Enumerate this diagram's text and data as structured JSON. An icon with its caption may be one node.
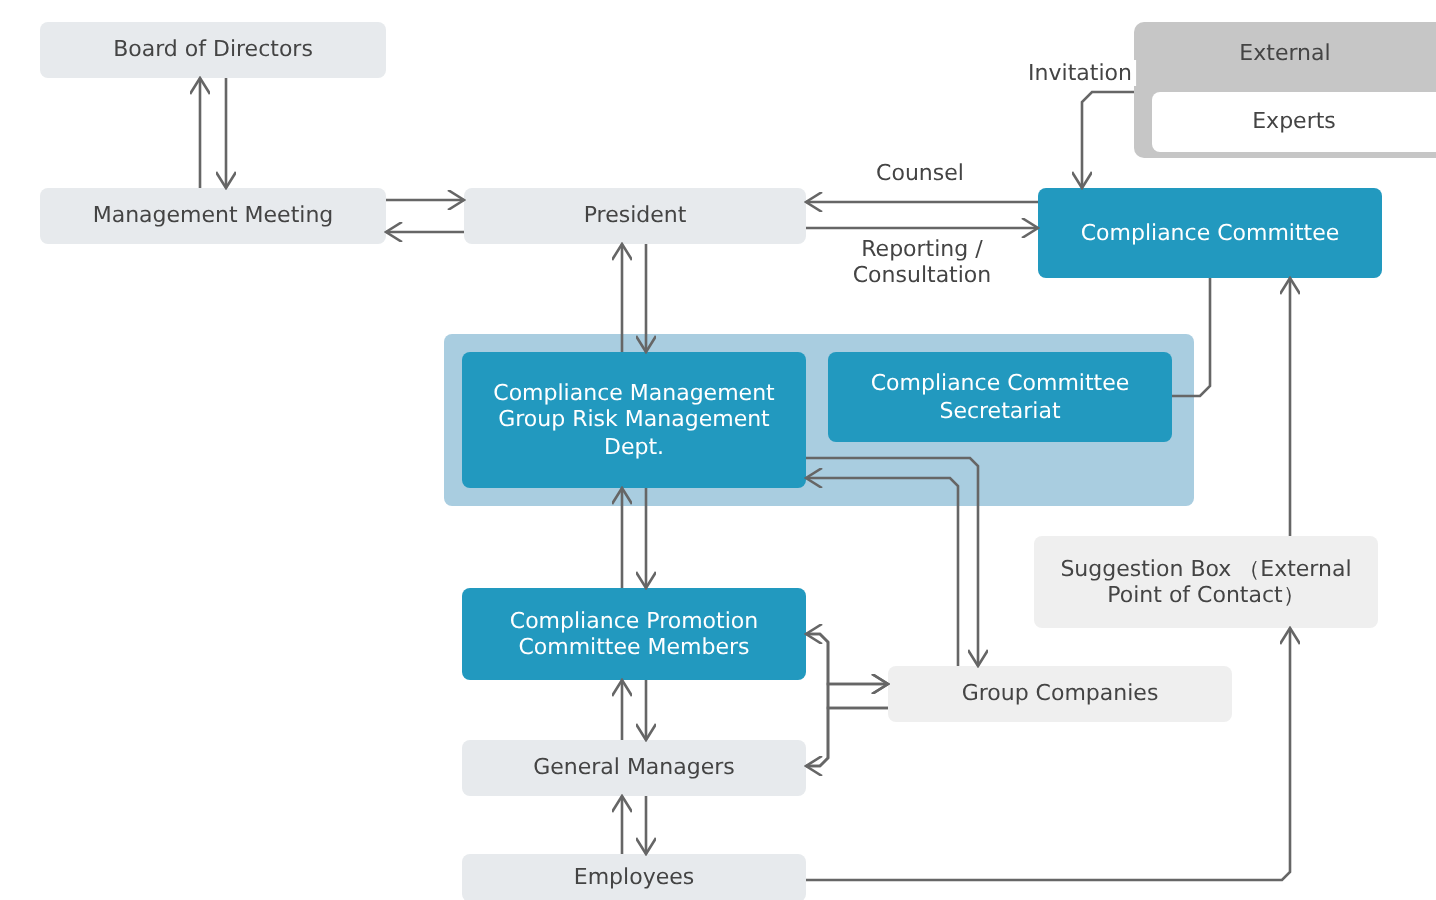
{
  "diagram": {
    "nodes": [
      {
        "text": [
          "Board of Directors"
        ]
      },
      {
        "text": [
          "Management Meeting"
        ]
      },
      {
        "text": [
          "President"
        ]
      },
      {
        "text": [
          "External"
        ]
      },
      {
        "text": [
          "Experts"
        ],
        "in": 3
      },
      {
        "text": [
          "Compliance Committee"
        ]
      },
      {
        "text": [],
        "shape": "box"
      },
      {
        "text": [
          "Compliance Management Group Risk Management Dept."
        ],
        "in": 6
      },
      {
        "text": [
          "Compliance Committee Secretariat"
        ],
        "in": 6
      },
      {
        "text": [
          "Suggestion Box （External Point of Contact）"
        ]
      },
      {
        "text": [
          "Compliance Promotion Committee Members"
        ]
      },
      {
        "text": [
          "Group Companies"
        ]
      },
      {
        "text": [
          "General Managers"
        ]
      },
      {
        "text": [
          "Employees"
        ]
      }
    ],
    "edges": [
      {
        "from": 1,
        "to": 0,
        "arrow": "to"
      },
      {
        "from": 0,
        "to": 1,
        "arrow": "to"
      },
      {
        "from": 1,
        "to": 2,
        "arrow": "to"
      },
      {
        "from": 2,
        "to": 1,
        "arrow": "to"
      },
      {
        "from": 5,
        "to": 2,
        "arrow": "to",
        "label": "Counsel"
      },
      {
        "from": 2,
        "to": 5,
        "arrow": "to",
        "label": "Reporting / Consultation"
      },
      {
        "from": 3,
        "to": 5,
        "arrow": "to",
        "label": "Invitation"
      },
      {
        "from": 2,
        "to": 7,
        "arrow": "to"
      },
      {
        "from": 7,
        "to": 2,
        "arrow": "to"
      },
      {
        "from": 8,
        "to": 5,
        "arrow": "none"
      },
      {
        "from": 9,
        "to": 5,
        "arrow": "to"
      },
      {
        "from": 7,
        "to": 11,
        "arrow": "to"
      },
      {
        "from": 11,
        "to": 7,
        "arrow": "to"
      },
      {
        "from": 7,
        "to": 10,
        "arrow": "to"
      },
      {
        "from": 10,
        "to": 7,
        "arrow": "to"
      },
      {
        "from": 10,
        "to": 11,
        "arrow": "to"
      },
      {
        "from": 12,
        "to": 11,
        "arrow": "to"
      },
      {
        "from": 11,
        "to": 10,
        "arrow": "to"
      },
      {
        "from": 11,
        "to": 12,
        "arrow": "to"
      },
      {
        "from": 10,
        "to": 12,
        "arrow": "to"
      },
      {
        "from": 12,
        "to": 10,
        "arrow": "to"
      },
      {
        "from": 12,
        "to": 13,
        "arrow": "to"
      },
      {
        "from": 13,
        "to": 12,
        "arrow": "to"
      },
      {
        "from": 13,
        "to": 9,
        "arrow": "to"
      }
    ]
  }
}
